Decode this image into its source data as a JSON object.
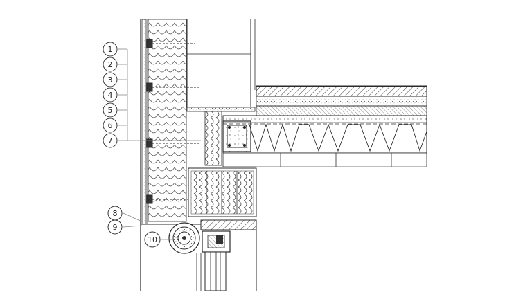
{
  "drawing": {
    "callouts": [
      {
        "label": "1"
      },
      {
        "label": "2"
      },
      {
        "label": "3"
      },
      {
        "label": "4"
      },
      {
        "label": "5"
      },
      {
        "label": "6"
      },
      {
        "label": "7"
      },
      {
        "label": "8"
      },
      {
        "label": "9"
      },
      {
        "label": "10"
      }
    ]
  },
  "colors": {
    "line": "#2a2a2a",
    "light_line": "#888888",
    "background": "#ffffff"
  }
}
